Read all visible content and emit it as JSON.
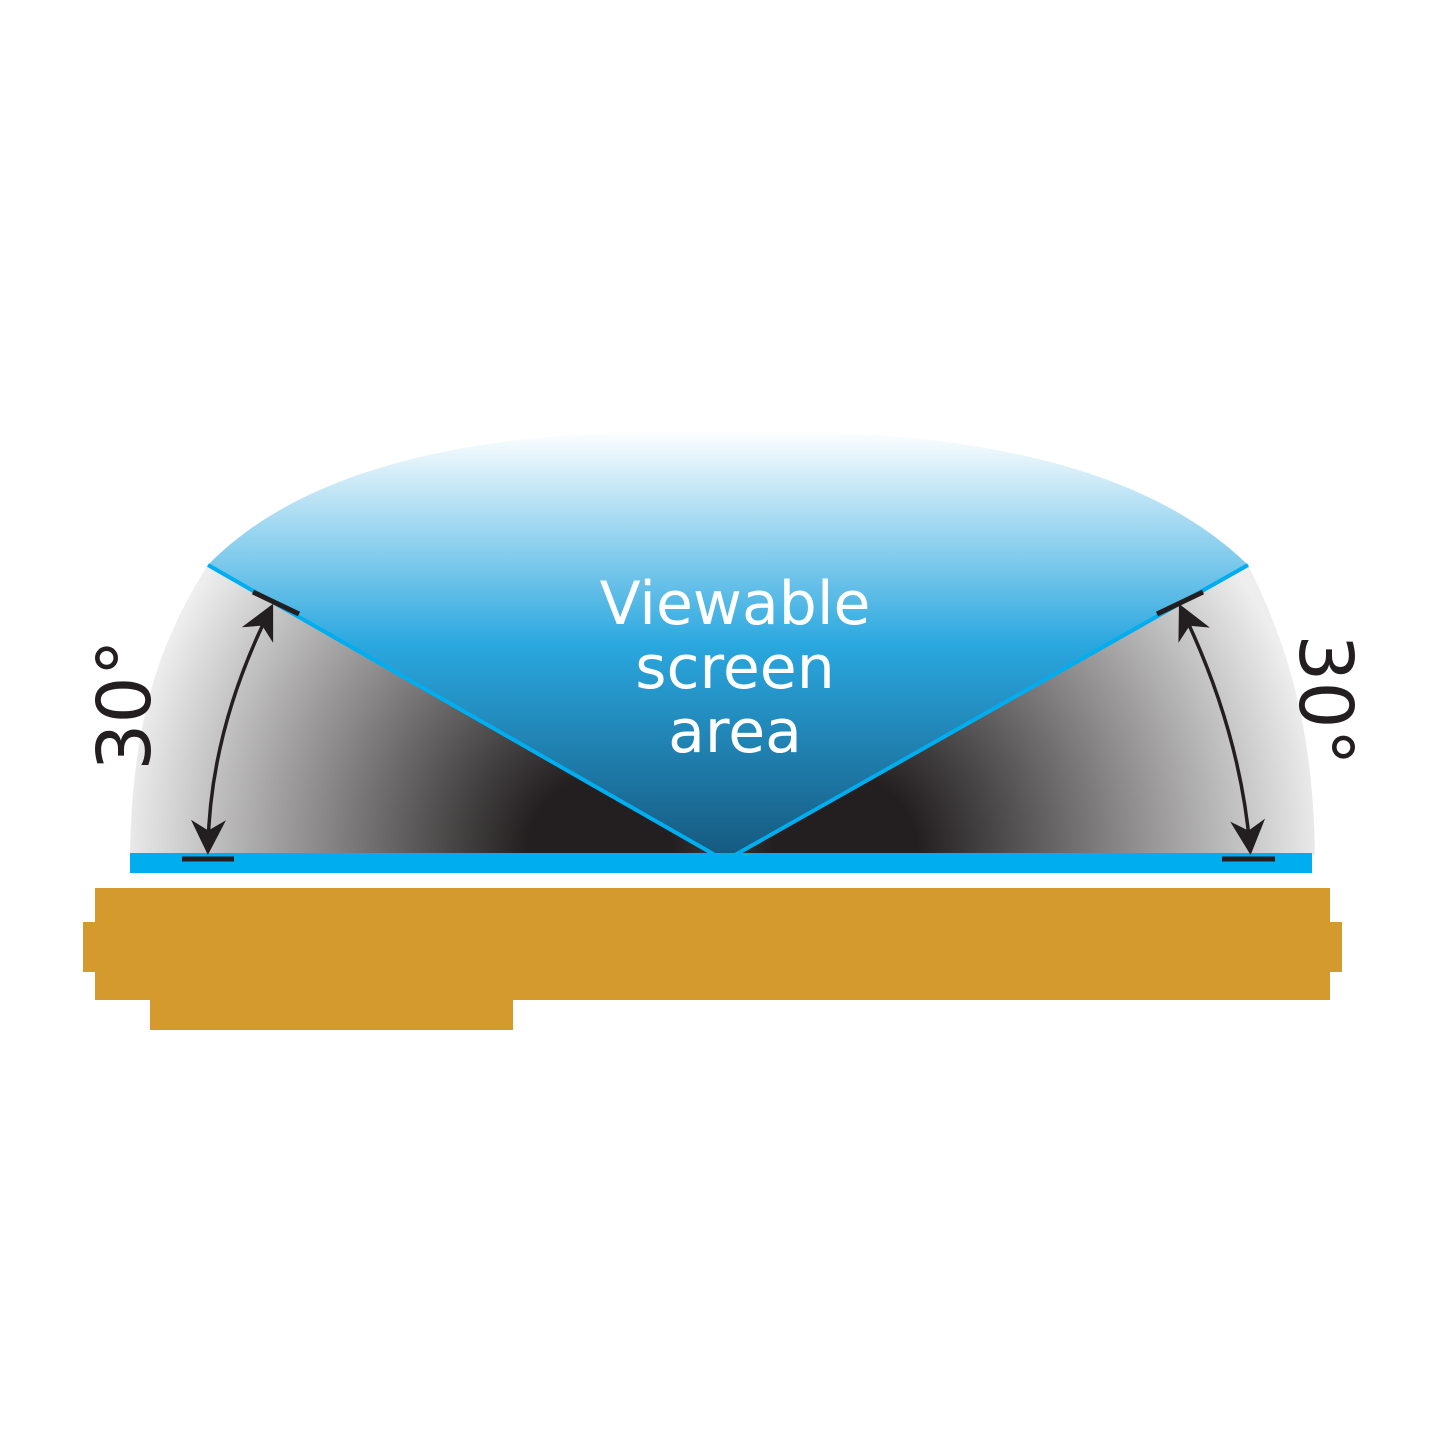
{
  "colors": {
    "background": "#ffffff",
    "screen_line": "#00aeef",
    "viewable_top": "#ffffff",
    "viewable_mid": "#2aa7df",
    "viewable_bottom": "#15587e",
    "shadow_light": "#eeeeee",
    "shadow_dark": "#231f20",
    "device_body": "#d49a2d",
    "angle_arrow": "#231f20",
    "label_text": "#ffffff",
    "angle_text": "#231f20"
  },
  "label": {
    "line1": "Viewable",
    "line2": "screen",
    "line3": "area"
  },
  "angles": {
    "left": "30°",
    "right": "30°"
  },
  "icons": {
    "arrow": "double-headed-arc-arrow-icon"
  }
}
